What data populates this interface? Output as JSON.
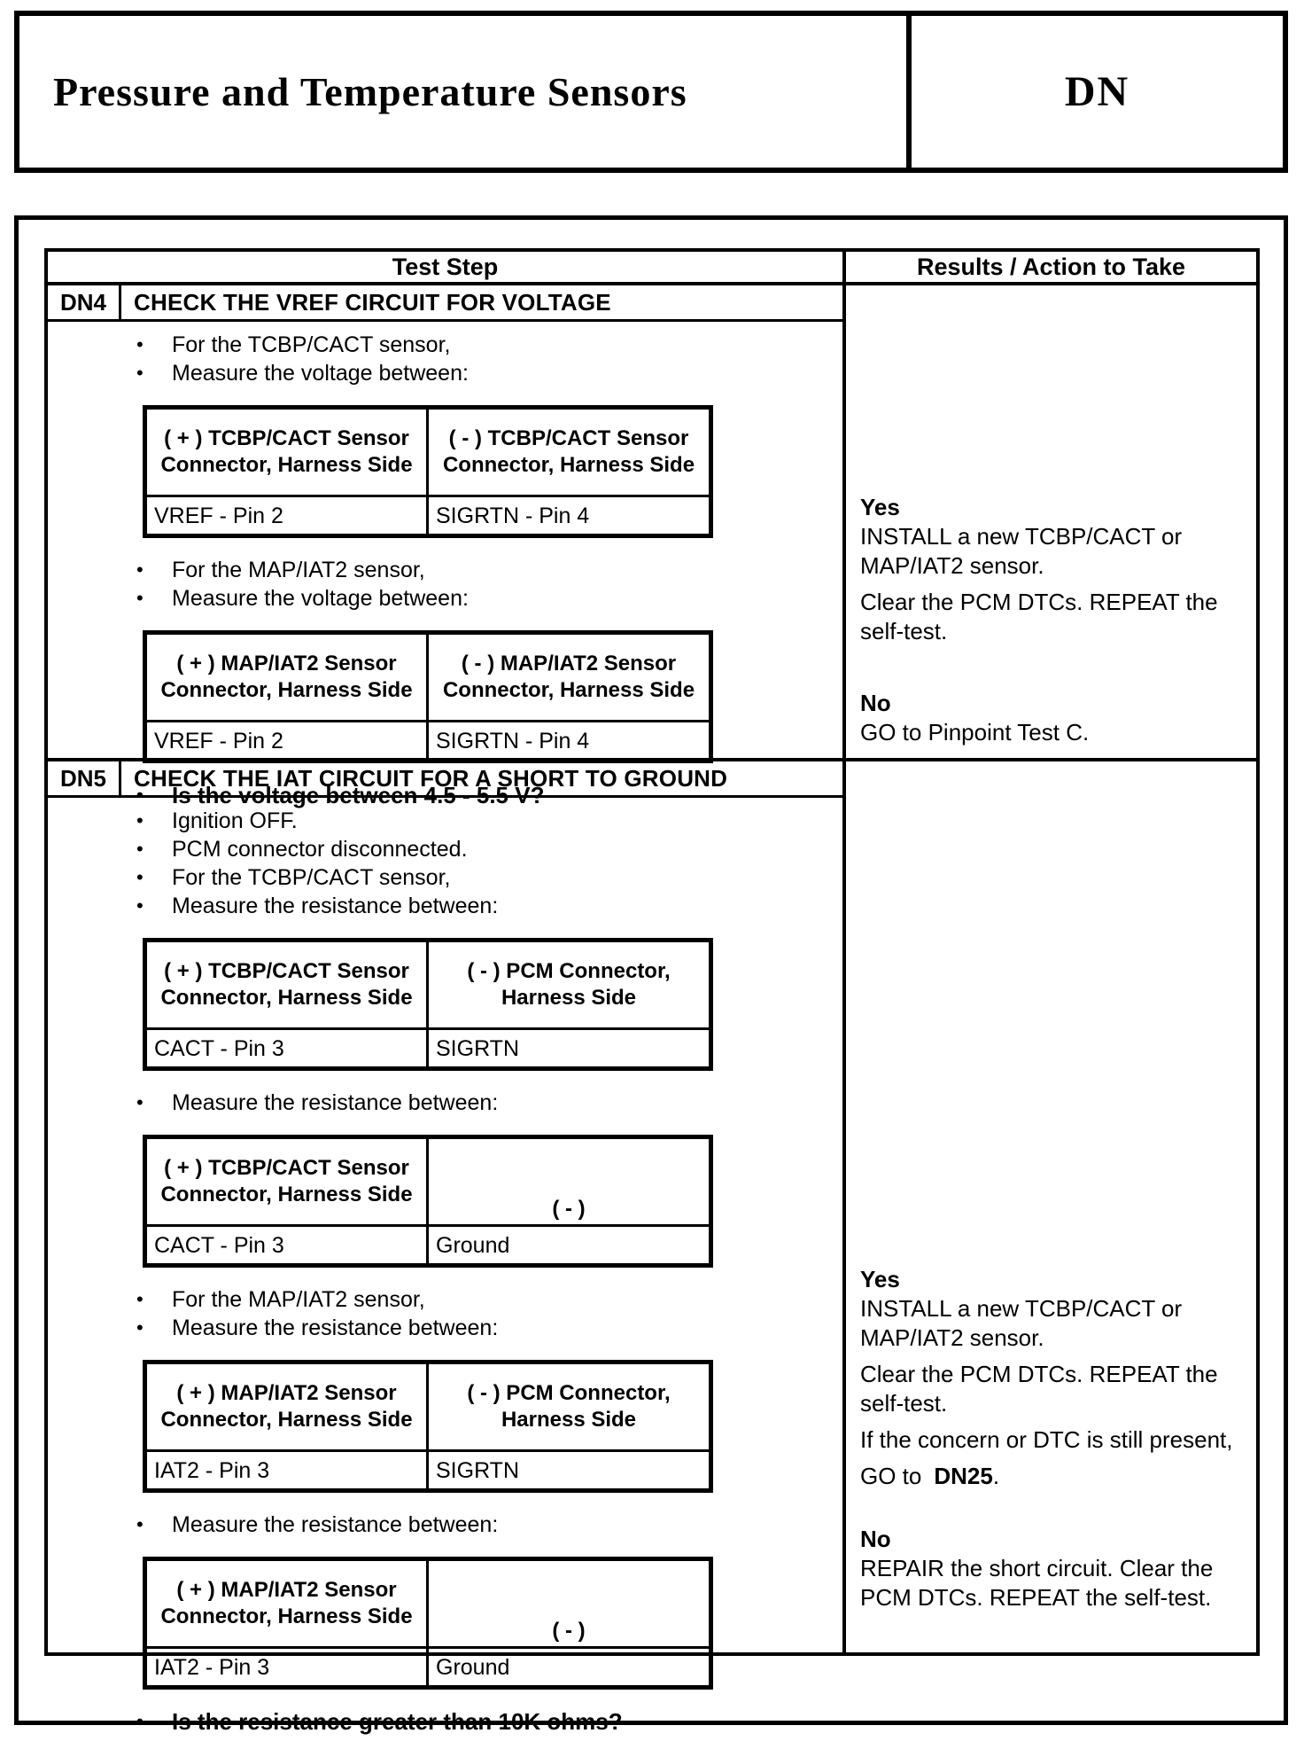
{
  "header": {
    "title": "Pressure and Temperature Sensors",
    "code": "DN"
  },
  "table": {
    "col_test_step": "Test Step",
    "col_results": "Results / Action to Take"
  },
  "steps": [
    {
      "id": "DN4",
      "title": "CHECK THE VREF CIRCUIT FOR VOLTAGE",
      "bullets_1": [
        "For the TCBP/CACT sensor,",
        "Measure the voltage between:"
      ],
      "meas_1": {
        "pos_header": "( + ) TCBP/CACT Sensor Connector, Harness Side",
        "neg_header": "( - ) TCBP/CACT Sensor Connector, Harness Side",
        "pos_value": "VREF - Pin 2",
        "neg_value": "SIGRTN - Pin 4"
      },
      "bullets_2": [
        "For the MAP/IAT2 sensor,",
        "Measure the voltage between:"
      ],
      "meas_2": {
        "pos_header": "( + ) MAP/IAT2 Sensor Connector, Harness Side",
        "neg_header": "( - ) MAP/IAT2 Sensor Connector, Harness Side",
        "pos_value": "VREF - Pin 2",
        "neg_value": "SIGRTN - Pin 4"
      },
      "question": "Is the voltage between 4.5 - 5.5 V?",
      "results": {
        "yes_label": "Yes",
        "yes_paragraphs": [
          "INSTALL a new TCBP/CACT or MAP/IAT2 sensor.",
          "Clear the PCM DTCs. REPEAT the self-test."
        ],
        "no_label": "No",
        "no_paragraphs": [
          "GO to Pinpoint Test C."
        ]
      }
    },
    {
      "id": "DN5",
      "title": "CHECK THE IAT CIRCUIT FOR A SHORT TO GROUND",
      "bullets_1": [
        "Ignition OFF.",
        "PCM connector disconnected.",
        "For the TCBP/CACT sensor,",
        "Measure the resistance between:"
      ],
      "meas_1": {
        "pos_header": "( + ) TCBP/CACT Sensor Connector, Harness Side",
        "neg_header": "( - ) PCM Connector, Harness Side",
        "pos_value": "CACT - Pin 3",
        "neg_value": "SIGRTN"
      },
      "bullets_2": [
        "Measure the resistance between:"
      ],
      "meas_2": {
        "pos_header": "( + ) TCBP/CACT Sensor Connector, Harness Side",
        "neg_header": "( - )",
        "pos_value": "CACT - Pin 3",
        "neg_value": "Ground"
      },
      "bullets_3": [
        "For the MAP/IAT2 sensor,",
        "Measure the resistance between:"
      ],
      "meas_3": {
        "pos_header": "( + ) MAP/IAT2 Sensor Connector, Harness Side",
        "neg_header": "( - ) PCM Connector, Harness Side",
        "pos_value": "IAT2 - Pin 3",
        "neg_value": "SIGRTN"
      },
      "bullets_4": [
        "Measure the resistance between:"
      ],
      "meas_4": {
        "pos_header": "( + ) MAP/IAT2 Sensor Connector, Harness Side",
        "neg_header": "( - )",
        "pos_value": "IAT2 - Pin 3",
        "neg_value": "Ground"
      },
      "question": "Is the resistance greater than 10K ohms?",
      "results": {
        "yes_label": "Yes",
        "yes_paragraphs": [
          "INSTALL a new TCBP/CACT or MAP/IAT2 sensor.",
          "Clear the PCM DTCs. REPEAT the self-test.",
          "If the concern or DTC is still present,"
        ],
        "goto_prefix": "GO to",
        "goto_target": "DN25",
        "goto_suffix": ".",
        "no_label": "No",
        "no_paragraphs": [
          "REPAIR the short circuit. Clear the PCM DTCs. REPEAT the self-test."
        ]
      }
    }
  ]
}
